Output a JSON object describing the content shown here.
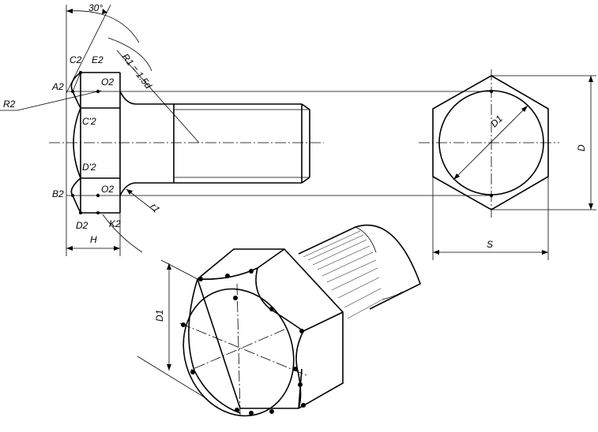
{
  "labels": {
    "angle": "30°",
    "c2": "C2",
    "e2": "E2",
    "a2": "A2",
    "o2_top": "O2",
    "r2": "R2",
    "c2_prime": "C'2",
    "d2_prime": "D'2",
    "b2": "B2",
    "o2_bottom": "O2",
    "d2": "D2",
    "k2": "K2",
    "h": "H",
    "r1": "R1 = 1.5d",
    "r_small": "r1",
    "d1_top": "D1",
    "d_dim": "D",
    "s_dim": "S",
    "d1_iso": "D1"
  },
  "colors": {
    "line": "#000000",
    "background": "#ffffff"
  }
}
